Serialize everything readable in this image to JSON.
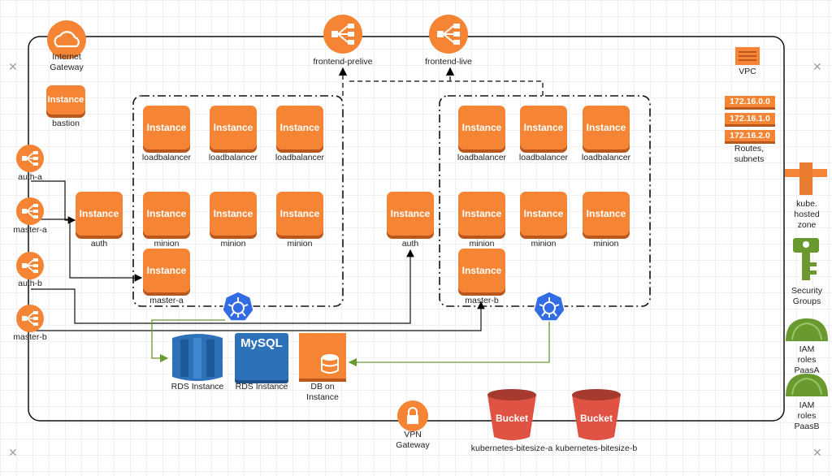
{
  "internet_gateway": "Internet\nGateway",
  "instance_text": "Instance",
  "bastion": "bastion",
  "load_balancers": [
    "frontend-prelive",
    "frontend-live"
  ],
  "vpc": "VPC",
  "subnets": [
    "172.16.0.0",
    "172.16.1.0",
    "172.16.2.0"
  ],
  "routes_label": "Routes,\nsubnets",
  "kube_zone": "kube.\nhosted zone",
  "security_groups": "Security\nGroups",
  "iam_roles": [
    "IAM roles\nPaasA",
    "IAM roles\nPaasB"
  ],
  "elbs": [
    "auth-a",
    "master-a",
    "auth-b",
    "master-b"
  ],
  "cluster_a": {
    "loadbalancers": [
      "loadbalancer",
      "loadbalancer",
      "loadbalancer"
    ],
    "minions": [
      "minion",
      "minion",
      "minion"
    ],
    "master": "master-a"
  },
  "cluster_b": {
    "loadbalancers": [
      "loadbalancer",
      "loadbalancer",
      "loadbalancer"
    ],
    "minions": [
      "minion",
      "minion",
      "minion"
    ],
    "master": "master-b"
  },
  "auth_labels": [
    "auth",
    "auth"
  ],
  "rds_instance": "RDS Instance",
  "mysql_text": "MySQL",
  "mysql_label": "RDS Instance",
  "db_on_instance": "DB on\nInstance",
  "vpn_gateway": "VPN\nGateway",
  "bucket_text": "Bucket",
  "buckets": [
    "kubernetes-bitesize-a",
    "kubernetes-bitesize-b"
  ],
  "colors": {
    "aws_orange": "#f58534",
    "k8s_blue": "#326ce5",
    "bucket_red": "#e05243",
    "green_icon": "#5b8c2a",
    "rds_blue": "#2d72b8"
  }
}
